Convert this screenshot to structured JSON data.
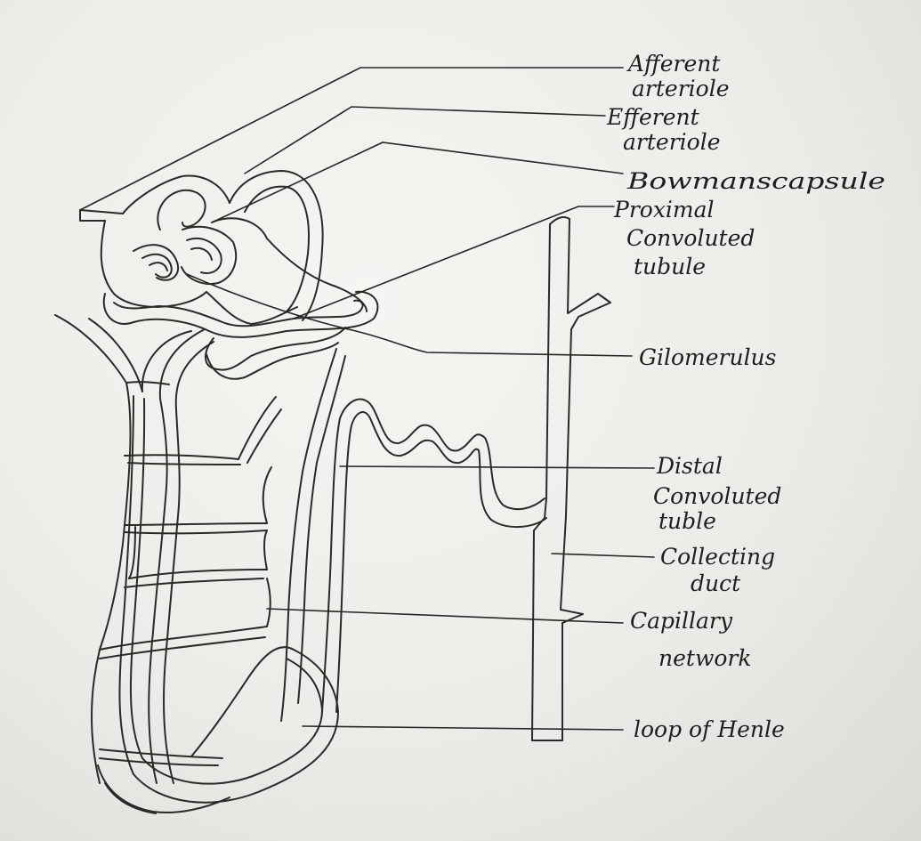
{
  "labels": {
    "afferent_1": "Afferent",
    "afferent_2": "arteriole",
    "efferent_1": "Efferent",
    "efferent_2": "arteriole",
    "bowmans": "Bowmanscapsule",
    "pct_1": "Proximal",
    "pct_2": "Convoluted",
    "pct_3": "tubule",
    "glomerulus": "Gilomerulus",
    "dct_1": "Distal",
    "dct_2": "Convoluted",
    "dct_3": "tuble",
    "cd_1": "Collecting",
    "cd_2": "duct",
    "cap_1": "Capillary",
    "cap_2": "network",
    "loop": "loop of Henle"
  },
  "colors": {
    "paper": "#f3f2ef",
    "ink": "#2a2a2a"
  }
}
